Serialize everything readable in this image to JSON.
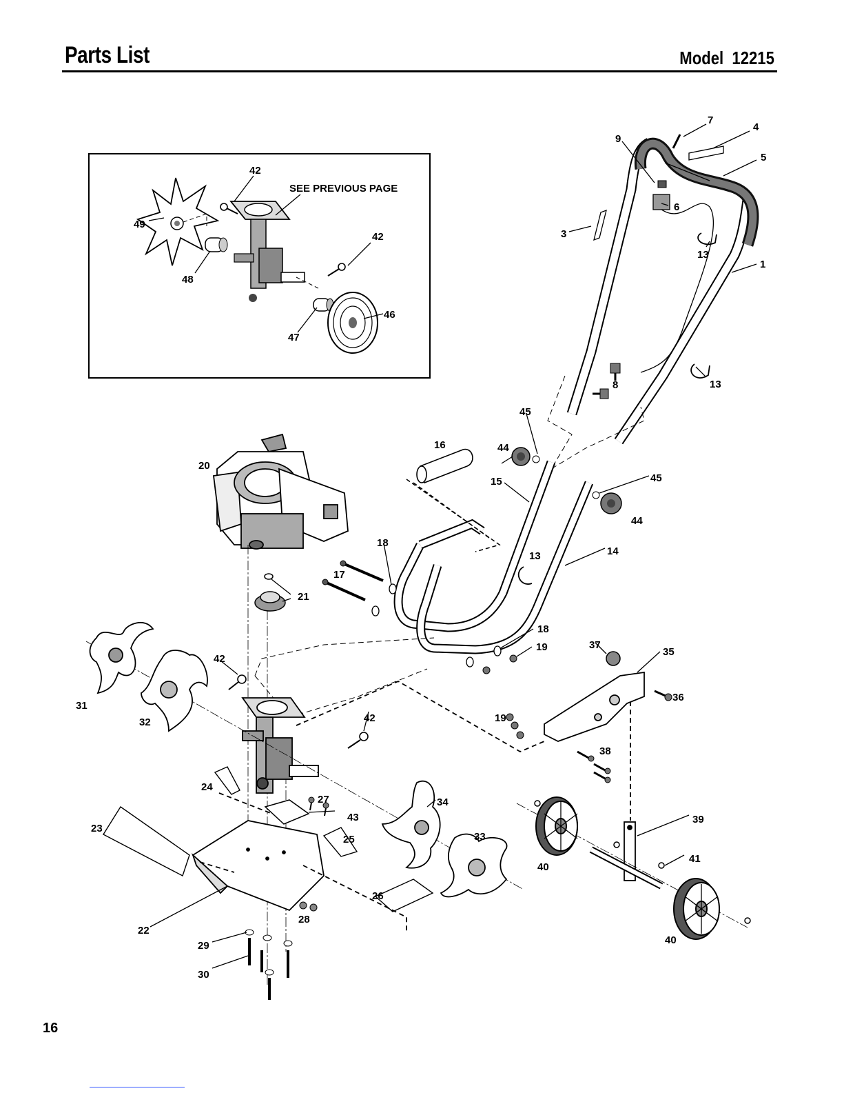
{
  "header": {
    "title": "Parts List",
    "model": "Model  12215"
  },
  "page_number": "16",
  "inset": {
    "note": "SEE PREVIOUS PAGE",
    "callouts": [
      "42",
      "42",
      "49",
      "48",
      "47",
      "46"
    ]
  },
  "callouts": {
    "c1": "1",
    "c3": "3",
    "c4": "4",
    "c5": "5",
    "c6": "6",
    "c7": "7",
    "c8": "8",
    "c9": "9",
    "c13a": "13",
    "c13b": "13",
    "c13c": "13",
    "c14": "14",
    "c15": "15",
    "c16": "16",
    "c17": "17",
    "c18a": "18",
    "c18b": "18",
    "c19a": "19",
    "c19b": "19",
    "c20": "20",
    "c21": "21",
    "c22": "22",
    "c23": "23",
    "c24": "24",
    "c25": "25",
    "c26": "26",
    "c27": "27",
    "c28": "28",
    "c29": "29",
    "c30": "30",
    "c31": "31",
    "c32": "32",
    "c33": "33",
    "c34": "34",
    "c35": "35",
    "c36": "36",
    "c37": "37",
    "c38": "38",
    "c39": "39",
    "c40a": "40",
    "c40b": "40",
    "c41": "41",
    "c42a": "42",
    "c42b": "42",
    "c43": "43",
    "c44a": "44",
    "c44b": "44",
    "c45a": "45",
    "c45b": "45"
  }
}
